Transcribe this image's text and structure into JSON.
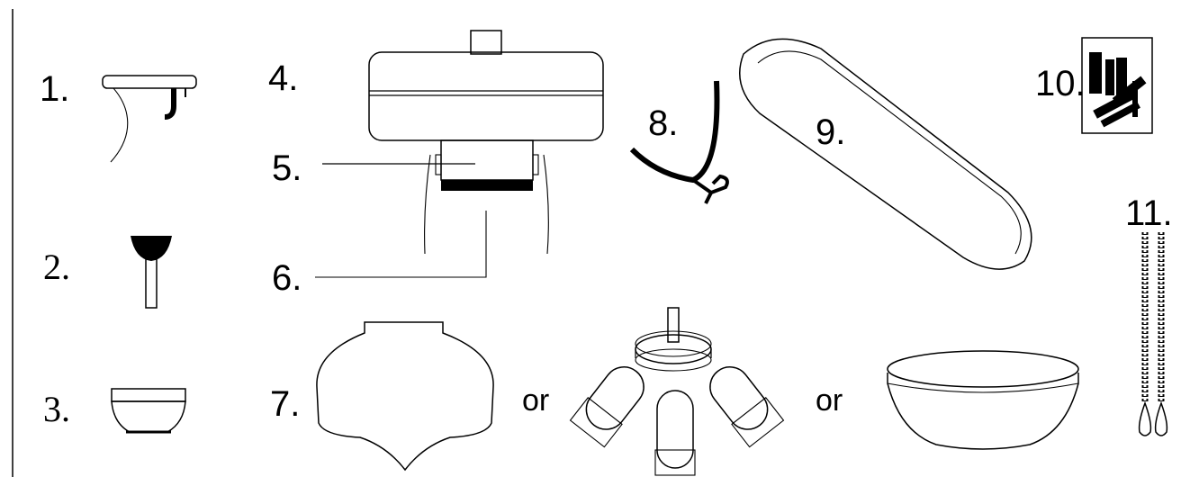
{
  "parts": {
    "p1": "1.",
    "p2": "2.",
    "p3": "3.",
    "p4": "4.",
    "p5": "5.",
    "p6": "6.",
    "p7": "7.",
    "p8": "8.",
    "p9": "9.",
    "p10": "10.",
    "p11": "11."
  },
  "connectors": {
    "or_left": "or",
    "or_right": "or"
  },
  "colors": {
    "ink": "#000000",
    "background": "#ffffff"
  }
}
